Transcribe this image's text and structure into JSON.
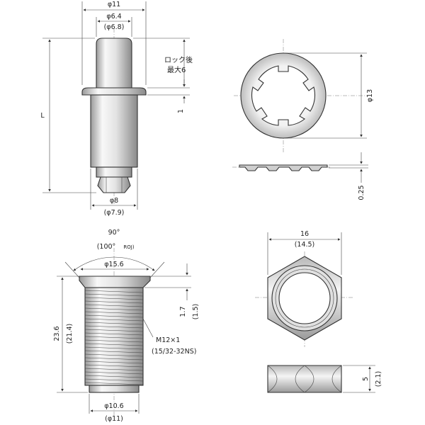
{
  "colors": {
    "metal_light": "#f4f4f4",
    "metal_mid": "#d0d0d0",
    "metal_dark": "#8c8c8c",
    "line": "#333333"
  },
  "plunger": {
    "dia_top": "φ11",
    "dia_pin": "φ6.4",
    "dia_pin_alt": "(φ6.8)",
    "lock_note_line1": "ロック後",
    "lock_note_line2": "最大6",
    "flange_thk": "1",
    "length": "L",
    "dia_bottom": "φ8",
    "dia_bottom_alt": "(φ7.9)"
  },
  "washer": {
    "outer_dia": "φ13",
    "thickness": "0.25"
  },
  "bushing": {
    "angle": "90°",
    "angle_alt": "(100°",
    "angle_alt_note": "ROJ)",
    "head_dia": "φ15.6",
    "height": "23.6",
    "height_alt": "(21.4)",
    "head_thk": "1.7",
    "head_thk_alt": "(1.5)",
    "thread": "M12×1",
    "thread_alt": "(15/32-32NS)",
    "bottom_dia": "φ10.6",
    "bottom_dia_alt": "(φ11)"
  },
  "nut": {
    "width": "16",
    "width_alt": "(14.5)",
    "thickness": "5",
    "thickness_alt": "(2.1)"
  }
}
